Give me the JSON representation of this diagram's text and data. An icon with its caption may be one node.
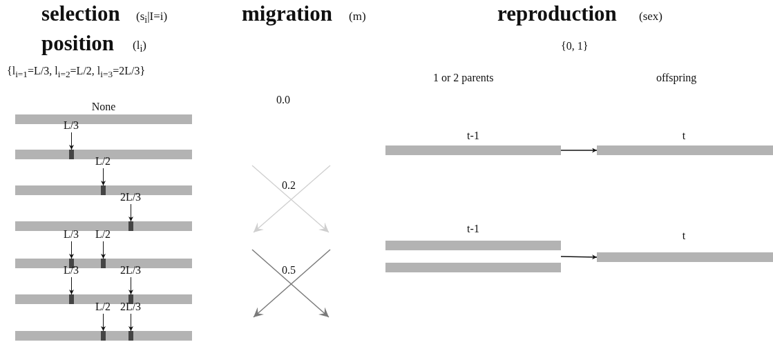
{
  "diagram": {
    "nodes": [
      {
        "text": [],
        "shape": "bar",
        "beside": [
          "None"
        ]
      },
      {
        "text": [
          "L/3"
        ]
      },
      {
        "text": [],
        "shape": "bar"
      },
      {
        "text": [],
        "shape": "bar",
        "in": 2
      },
      {
        "text": [
          "L/2"
        ]
      },
      {
        "text": [],
        "shape": "bar"
      },
      {
        "text": [],
        "shape": "bar",
        "in": 5
      },
      {
        "text": [
          "2L/3"
        ]
      },
      {
        "text": [],
        "shape": "bar"
      },
      {
        "text": [],
        "shape": "bar",
        "in": 8
      },
      {
        "text": [
          "L/3"
        ]
      },
      {
        "text": [
          "L/2"
        ]
      },
      {
        "text": [],
        "shape": "bar"
      },
      {
        "text": [],
        "shape": "bar",
        "in": 12
      },
      {
        "text": [],
        "shape": "bar",
        "in": 12
      },
      {
        "text": [
          "L/3"
        ]
      },
      {
        "text": [
          "2L/3"
        ]
      },
      {
        "text": [],
        "shape": "bar"
      },
      {
        "text": [],
        "shape": "bar",
        "in": 17
      },
      {
        "text": [],
        "shape": "bar",
        "in": 17
      },
      {
        "text": [
          "L/2"
        ]
      },
      {
        "text": [
          "2L/3"
        ]
      },
      {
        "text": [],
        "shape": "bar"
      },
      {
        "text": [],
        "shape": "bar",
        "in": 22
      },
      {
        "text": [],
        "shape": "bar",
        "in": 22
      },
      {
        "text": [],
        "shape": "bar",
        "beside": [
          "t-1"
        ]
      },
      {
        "text": [],
        "shape": "bar",
        "beside": [
          "t"
        ]
      },
      {
        "text": [],
        "shape": "bar",
        "beside": [
          "t-1"
        ]
      },
      {
        "text": [],
        "shape": "bar"
      },
      {
        "text": [],
        "shape": "bar",
        "beside": [
          "t"
        ]
      }
    ],
    "edges": [
      {
        "from": 1,
        "to": 3,
        "arrow": "to"
      },
      {
        "from": 4,
        "to": 6,
        "arrow": "to"
      },
      {
        "from": 7,
        "to": 9,
        "arrow": "to"
      },
      {
        "from": 10,
        "to": 13,
        "arrow": "to"
      },
      {
        "from": 11,
        "to": 14,
        "arrow": "to"
      },
      {
        "from": 15,
        "to": 18,
        "arrow": "to"
      },
      {
        "from": 16,
        "to": 19,
        "arrow": "to"
      },
      {
        "from": 20,
        "to": 23,
        "arrow": "to"
      },
      {
        "from": 21,
        "to": 24,
        "arrow": "to"
      },
      {
        "from": 25,
        "to": 26,
        "arrow": "to"
      },
      {
        "from": 27,
        "to": 29,
        "arrow": "to"
      },
      {
        "from": 28,
        "to": 29,
        "arrow": "to"
      }
    ],
    "labels": [
      "selection",
      "(s$_{i}$|I=i)",
      "migration",
      "(m)",
      "reproduction",
      "(sex)",
      "position",
      "(l$_{i}$)",
      "{0, 1}",
      "{l$_{i=1}$=L/3, l$_{i=2}$=L/2, l$_{i=3}$=2L/3}",
      "1 or 2 parents",
      "offspring",
      "0.0",
      "0.2",
      "0.5"
    ]
  }
}
